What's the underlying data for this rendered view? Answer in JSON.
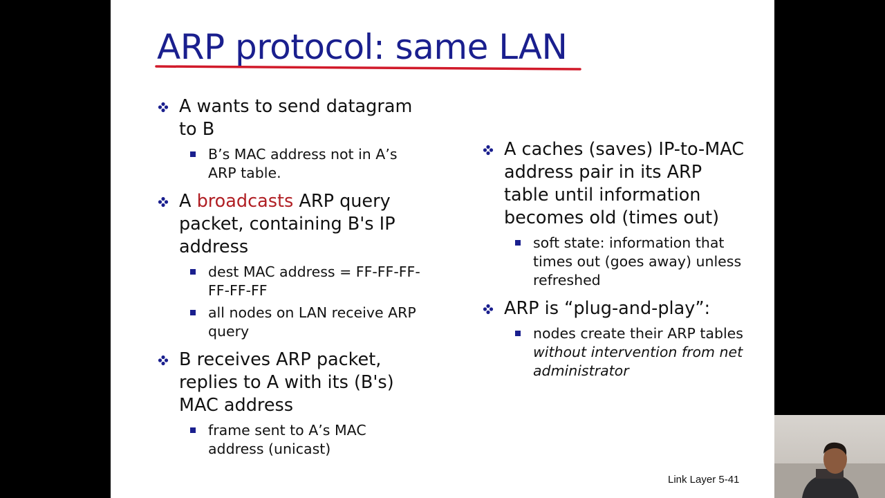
{
  "slide": {
    "title": "ARP protocol: same LAN",
    "footer": "Link Layer  5-41",
    "accent_color": "#1a1f8e",
    "highlight_color": "#b01e23"
  },
  "left": {
    "b1": {
      "text": "A wants to send datagram to B",
      "sub1": "B’s MAC address not in A’s ARP table."
    },
    "b2": {
      "pre": "A ",
      "highlight": "broadcasts",
      "post": " ARP query packet, containing B's IP address",
      "sub1": "dest MAC address = FF-FF-FF-FF-FF-FF",
      "sub2": "all nodes on LAN receive ARP query"
    },
    "b3": {
      "text": "B receives ARP packet, replies to A with its (B's) MAC address",
      "sub1": "frame sent to A’s MAC address (unicast)"
    }
  },
  "right": {
    "b1": {
      "text": "A caches (saves) IP-to-MAC address pair in its ARP table until information becomes old (times out)",
      "sub1": "soft state: information that times out (goes away) unless refreshed"
    },
    "b2": {
      "text": "ARP is “plug-and-play”:",
      "sub1_pre": "nodes create their ARP tables ",
      "sub1_italic": "without intervention from net administrator"
    }
  },
  "icons": {
    "bullet": "diamond-bullet-icon",
    "sub_bullet": "square-bullet-icon"
  }
}
